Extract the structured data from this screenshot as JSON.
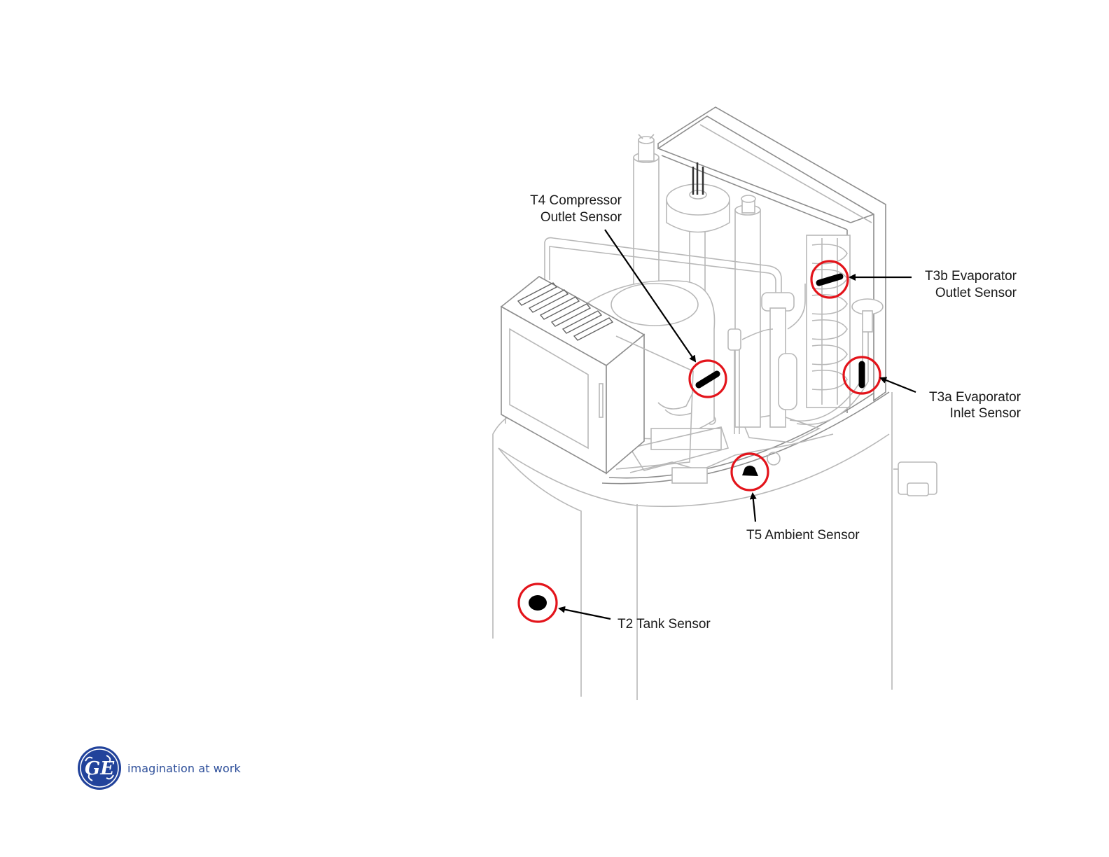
{
  "labels": {
    "t4_line1": "T4 Compressor",
    "t4_line2": "Outlet Sensor",
    "t3b_line1": "T3b Evaporator",
    "t3b_line2": "Outlet Sensor",
    "t3a_line1": "T3a Evaporator",
    "t3a_line2": "Inlet Sensor",
    "t5": "T5 Ambient Sensor",
    "t2": "T2 Tank Sensor"
  },
  "brand": {
    "logo_text": "GE",
    "tagline": "imagination at work",
    "logo_color": "#22439b"
  },
  "colors": {
    "highlight_ring": "#e3141b",
    "arrow": "#000000",
    "drawing_line": "#b8b8b8"
  }
}
